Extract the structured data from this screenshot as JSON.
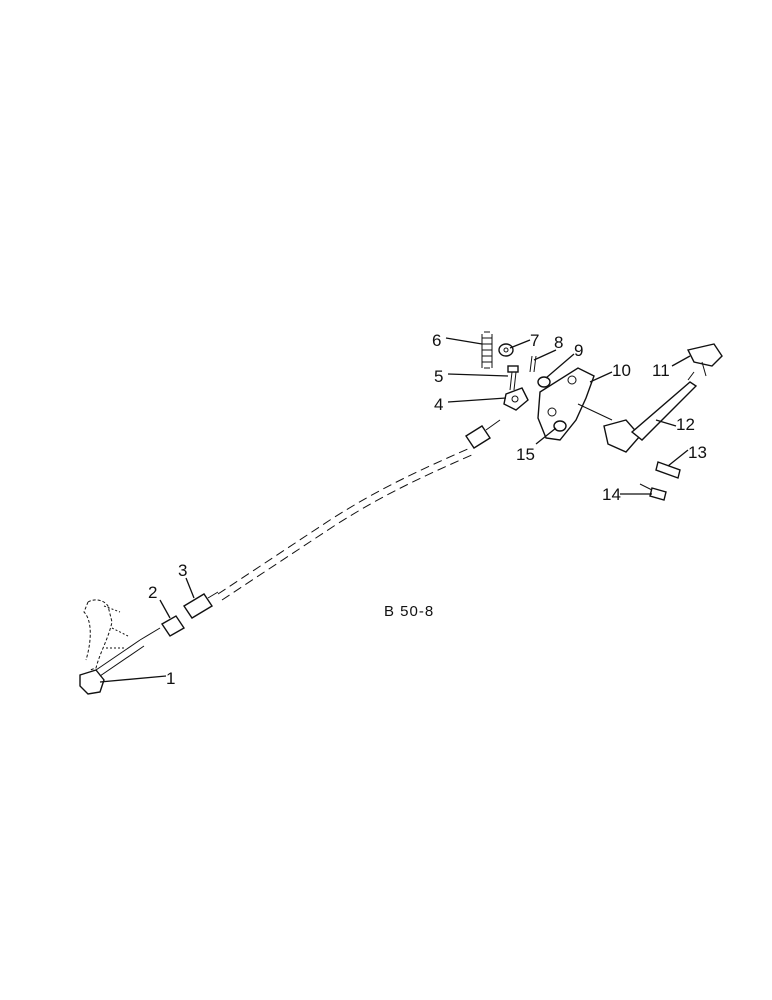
{
  "diagram": {
    "caption": "B 50-8",
    "callouts": {
      "c1": "1",
      "c2": "2",
      "c3": "3",
      "c4": "4",
      "c5": "5",
      "c6": "6",
      "c7": "7",
      "c8": "8",
      "c9": "9",
      "c10": "10",
      "c11": "11",
      "c12": "12",
      "c13": "13",
      "c14": "14",
      "c15": "15"
    }
  }
}
